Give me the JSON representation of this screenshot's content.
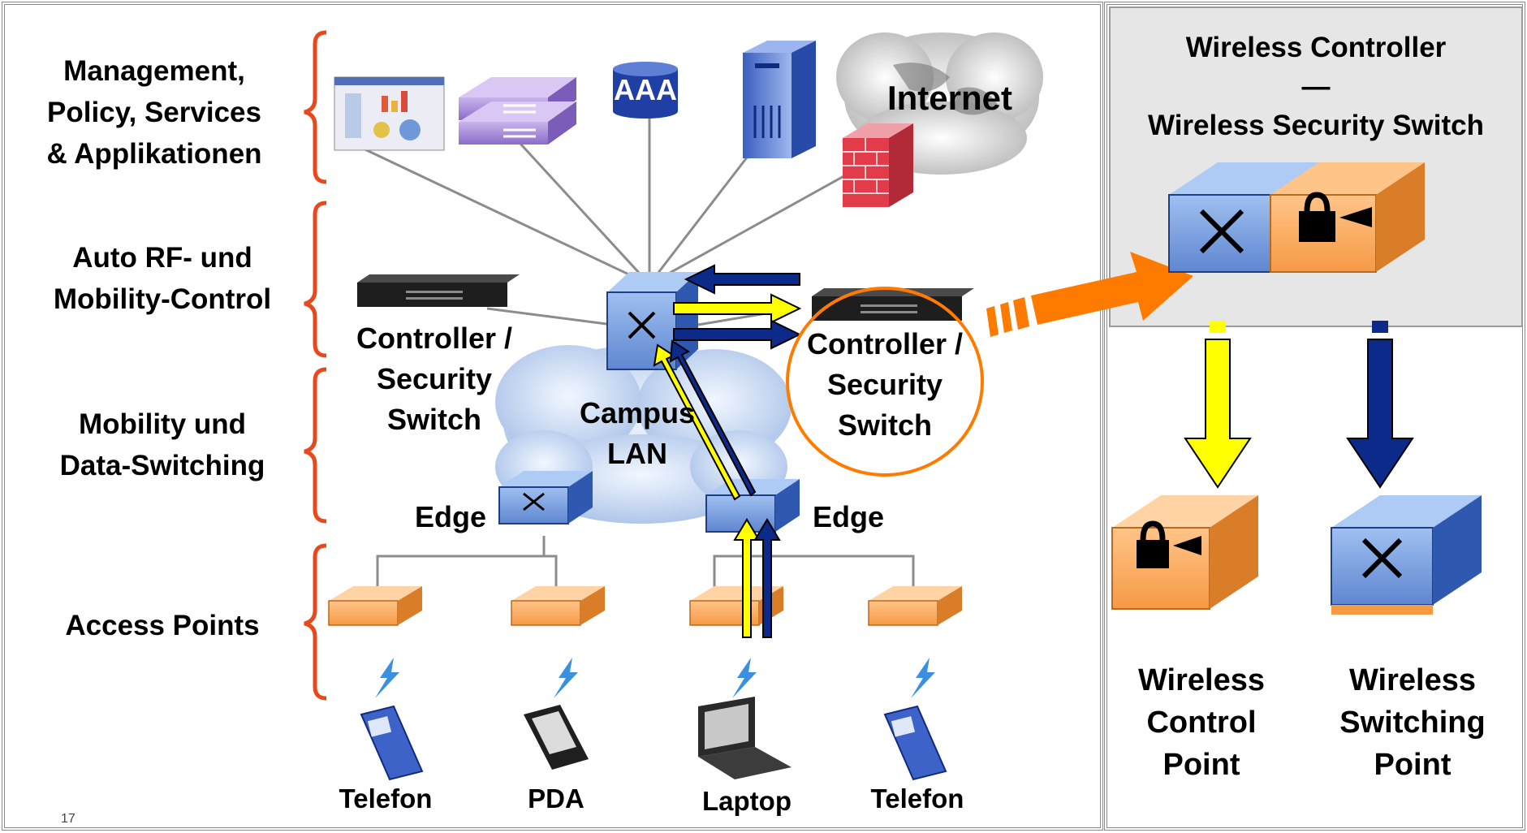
{
  "layers": [
    "Management,\nPolicy, Services\n& Applikationen",
    "Auto RF- und\nMobility-Control",
    "Mobility und\nData-Switching",
    "Access Points"
  ],
  "labels": {
    "aaa": "AAA",
    "internet": "Internet",
    "controller_left": "Controller /\nSecurity\nSwitch",
    "controller_right": "Controller /\nSecurity\nSwitch",
    "campus_lan": "Campus\nLAN",
    "edge_left": "Edge",
    "edge_right": "Edge"
  },
  "clients": [
    "Telefon",
    "PDA",
    "Laptop",
    "Telefon"
  ],
  "right_panel": {
    "title": "Wireless Controller\n—\nWireless Security Switch",
    "control_point": "Wireless\nControl\nPoint",
    "switching_point": "Wireless\nSwitching\nPoint"
  },
  "page_number": "17",
  "colors": {
    "bracket": "#e8491c",
    "switch_blue": "#5f86d0",
    "ap_orange": "#f5a050",
    "arrow_orange": "#ff7b00",
    "arrow_yellow": "#ffff00",
    "arrow_navy": "#0b2a8a",
    "link_gray": "#8c8c8c"
  }
}
